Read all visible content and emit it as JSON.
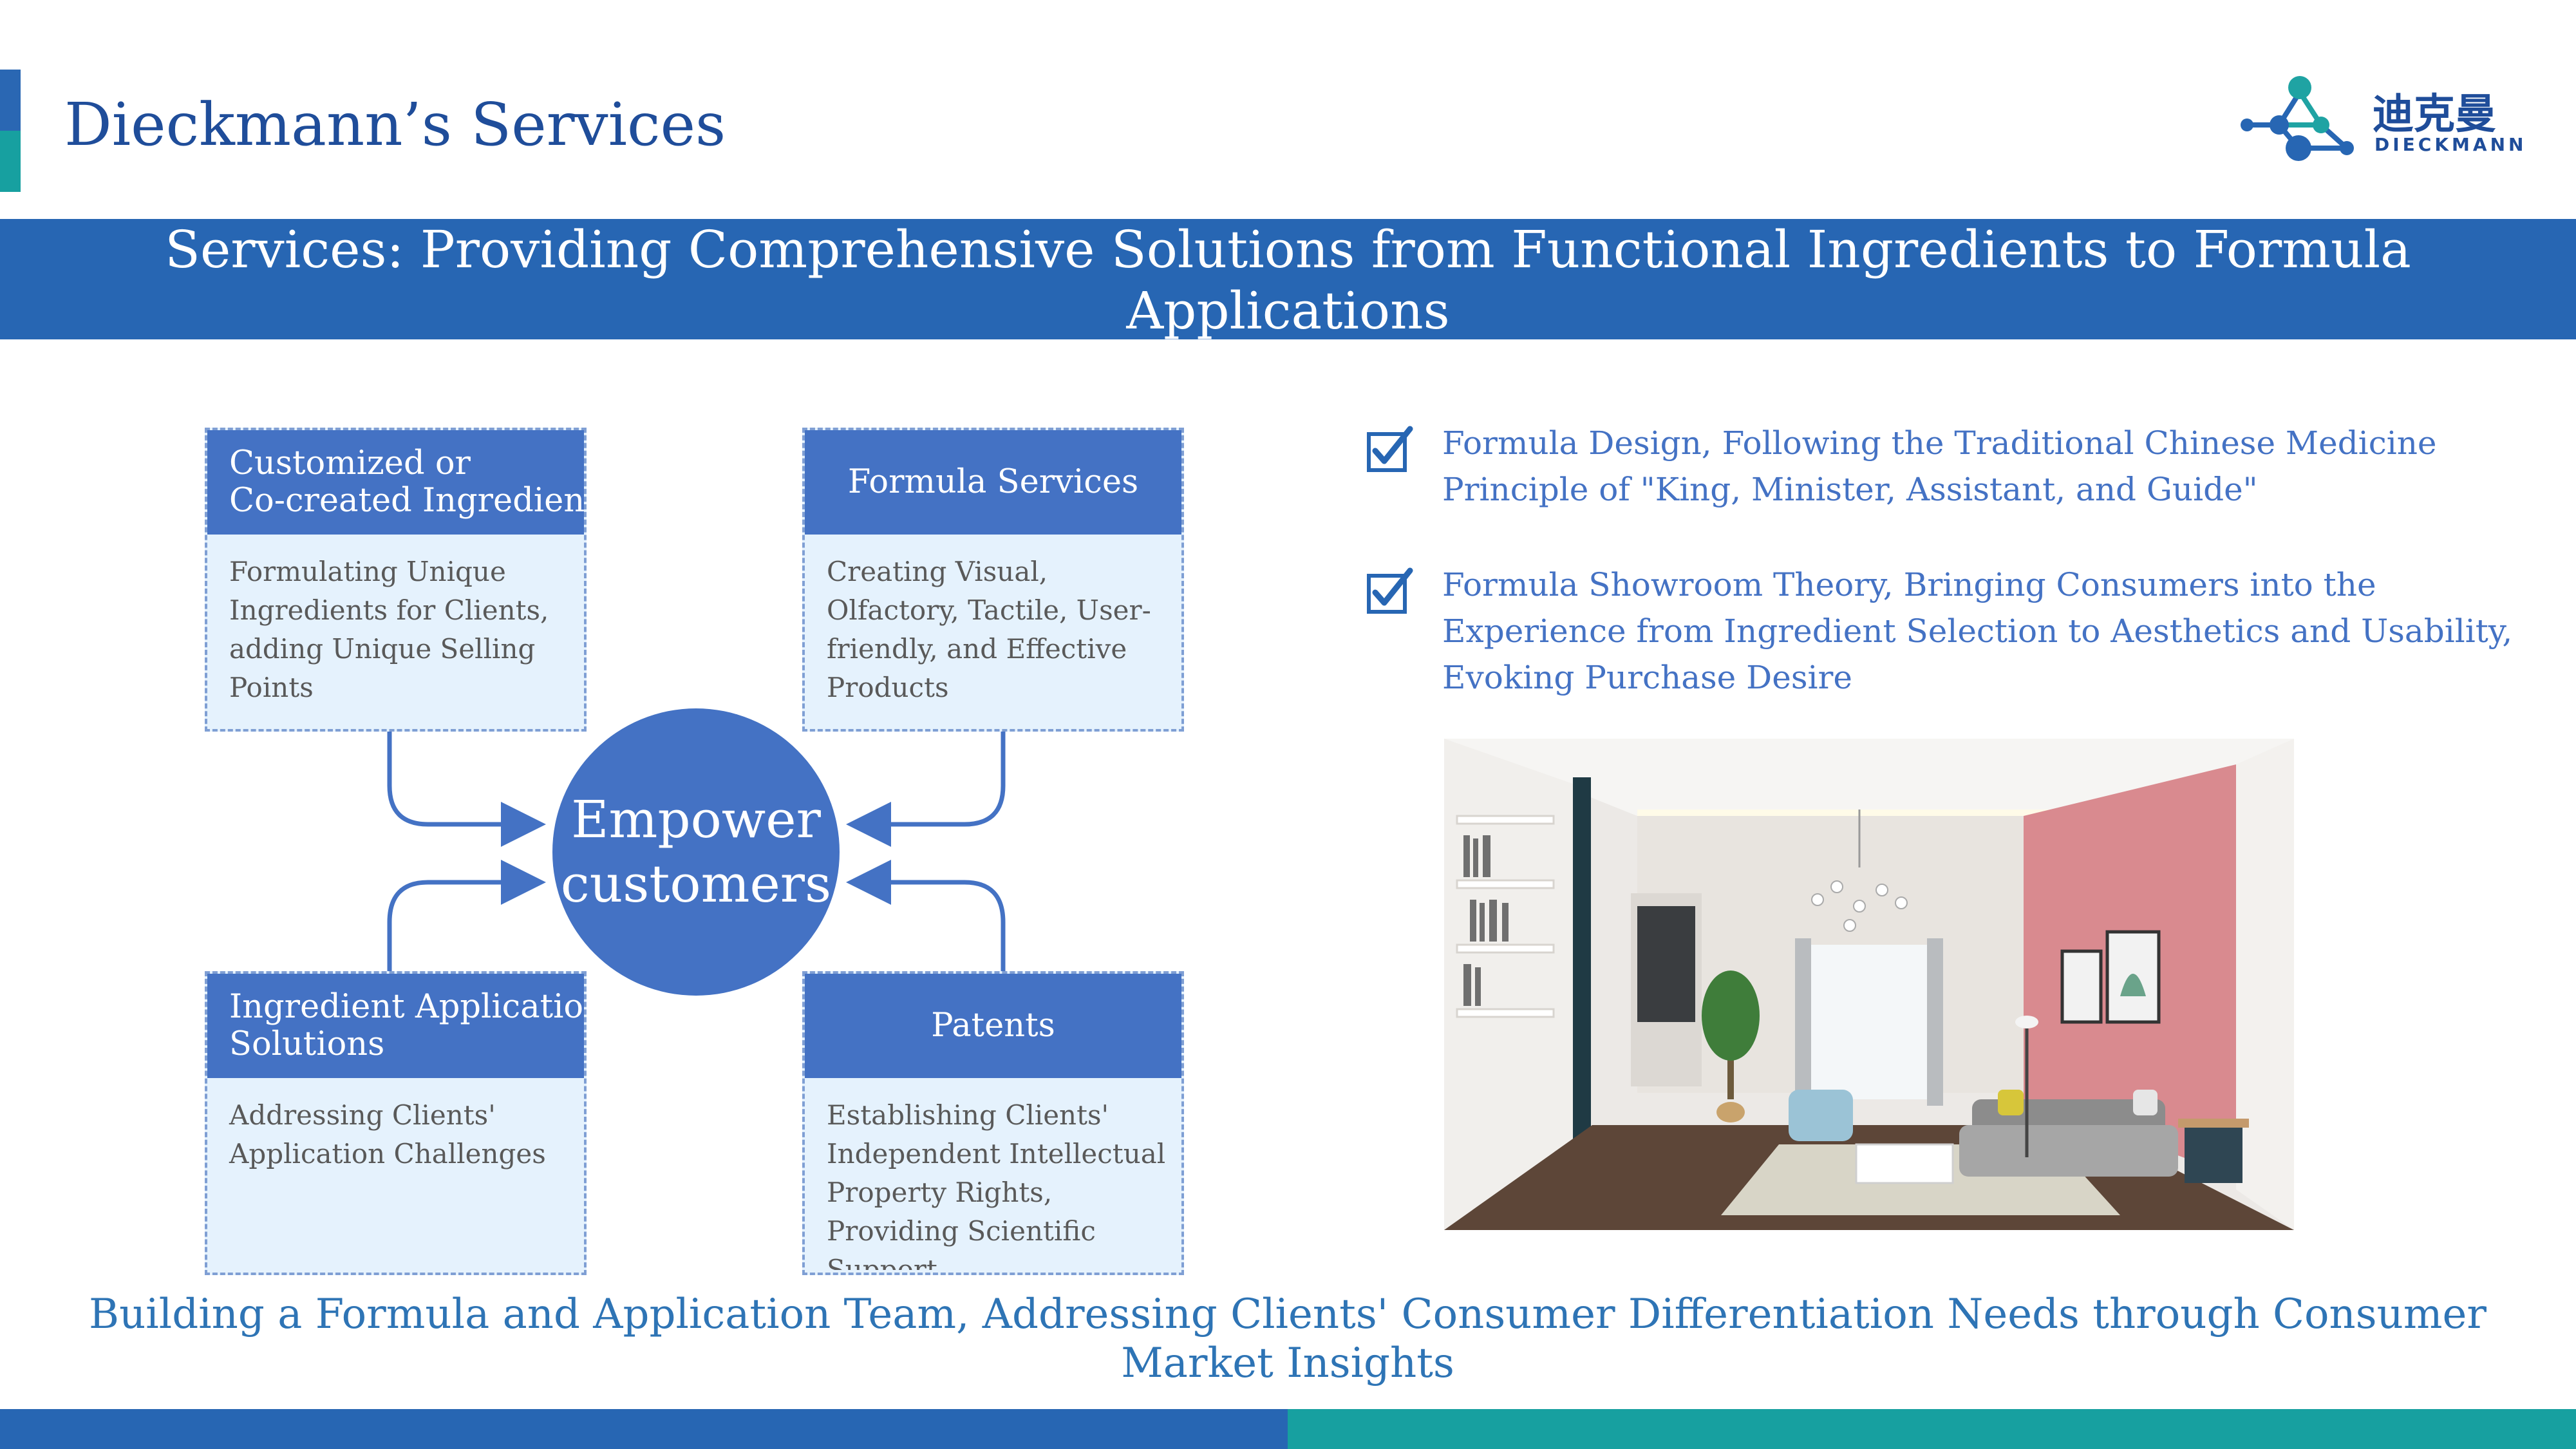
{
  "header": {
    "title": "Dieckmann’s Services",
    "logo": {
      "cn_text": "迪克曼",
      "en_text": "DIECKMANN",
      "icon": "molecule-icon",
      "color": "#1fa3a3"
    }
  },
  "banner": {
    "text": "Services: Providing Comprehensive Solutions from Functional Ingredients to Formula Applications"
  },
  "diagram": {
    "hub": {
      "line1": "Empower",
      "line2": "customers"
    },
    "cards": [
      {
        "title_line1": "Customized or",
        "title_line2": "Co-created Ingredients",
        "body": "Formulating Unique Ingredients for Clients, adding Unique Selling Points"
      },
      {
        "title_line1": "Formula Services",
        "title_line2": "",
        "body": "Creating Visual, Olfactory, Tactile, User-friendly, and Effective Products"
      },
      {
        "title_line1": "Ingredient Application",
        "title_line2": "Solutions",
        "body": "Addressing Clients' Application Challenges"
      },
      {
        "title_line1": "Patents",
        "title_line2": "",
        "body": "Establishing Clients' Independent Intellectual Property Rights, Providing Scientific Support"
      }
    ]
  },
  "points": [
    {
      "icon": "checkbox-checked-icon",
      "text": "Formula Design, Following the Traditional Chinese Medicine Principle of \"King, Minister, Assistant, and Guide\""
    },
    {
      "icon": "checkbox-checked-icon",
      "text": "Formula Showroom Theory, Bringing Consumers into the Experience from Ingredient Selection to Aesthetics and Usability, Evoking Purchase Desire"
    }
  ],
  "footer": {
    "text": "Building a Formula and Application Team, Addressing Clients' Consumer Differentiation Needs through Consumer Market Insights"
  },
  "colors": {
    "primary": "#2766b3",
    "card_header": "#4472c4",
    "card_bg": "#e5f2fd",
    "teal": "#17a0a0",
    "text_blue": "#4472c4",
    "footer_text": "#2e74b5"
  }
}
